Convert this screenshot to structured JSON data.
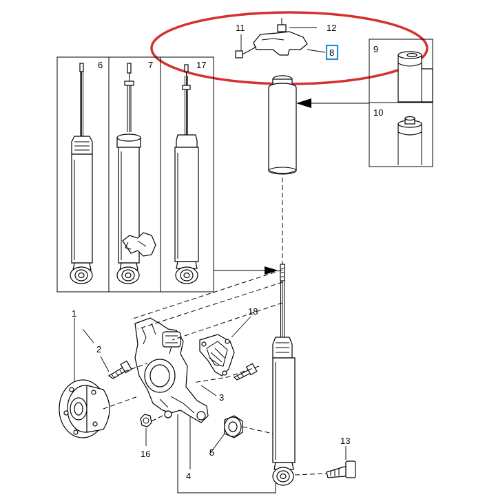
{
  "callouts": {
    "c1": "1",
    "c2": "2",
    "c3": "3",
    "c4": "4",
    "c5": "5",
    "c6": "6",
    "c7": "7",
    "c8": "8",
    "c9": "9",
    "c10": "10",
    "c11": "11",
    "c12": "12",
    "c13": "13",
    "c16": "16",
    "c17": "17",
    "c18": "18"
  },
  "highlight": {
    "ellipse_color": "#d6312f",
    "selected_callout_color": "#2a8fd0",
    "selected_callout": "8"
  }
}
